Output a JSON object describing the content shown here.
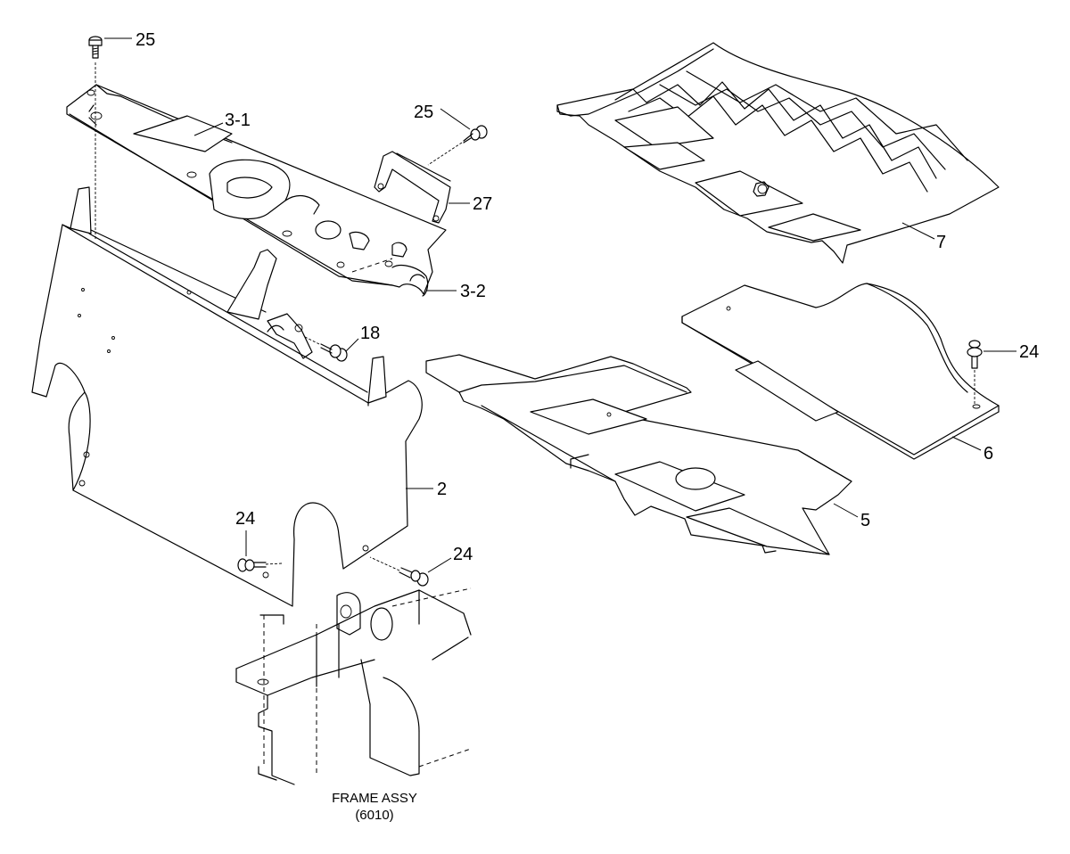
{
  "callouts": {
    "c25_top": "25",
    "c3_1": "3-1",
    "c25_mid": "25",
    "c27": "27",
    "c3_2": "3-2",
    "c18": "18",
    "c2": "2",
    "c24_left": "24",
    "c24_mid": "24",
    "c7": "7",
    "c24_right": "24",
    "c6": "6",
    "c5": "5"
  },
  "caption": {
    "line1": "FRAME ASSY",
    "line2": "(6010)"
  }
}
